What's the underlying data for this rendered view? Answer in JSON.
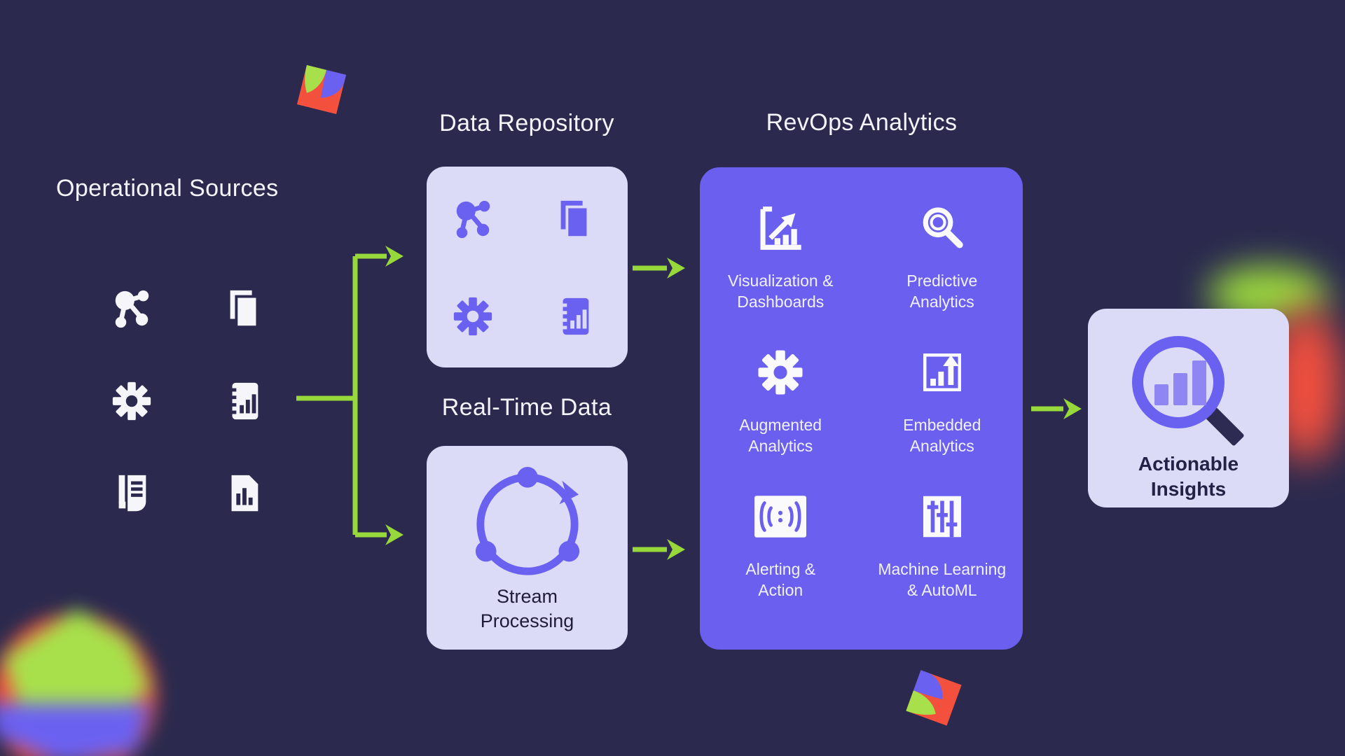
{
  "colors": {
    "background": "#2B2A4E",
    "panel_purple": "#6A5FEE",
    "box_lavender": "#DBDAF7",
    "icon_purple": "#6B61F1",
    "arrow_green": "#97D83A",
    "text_light": "#F4F3FA",
    "text_dark": "#232145",
    "accent_red": "#F4503E",
    "accent_lime": "#A8E04B"
  },
  "sources": {
    "title": "Operational Sources",
    "icons": [
      "network-icon",
      "copy-icon",
      "gear-icon",
      "report-icon",
      "news-icon",
      "doc-chart-icon"
    ]
  },
  "repository": {
    "title": "Data Repository",
    "icons": [
      "network-icon",
      "copy-icon",
      "gear-icon",
      "report-icon"
    ]
  },
  "realtime": {
    "title": "Real-Time Data",
    "box_label": "Stream\nProcessing",
    "icon": "stream-cycle-icon"
  },
  "revops": {
    "title": "RevOps Analytics",
    "items": [
      {
        "label": "Visualization &\nDashboards",
        "icon": "chart-growth-icon"
      },
      {
        "label": "Predictive\nAnalytics",
        "icon": "magnifier-icon"
      },
      {
        "label": "Augmented\nAnalytics",
        "icon": "gear-icon"
      },
      {
        "label": "Embedded\nAnalytics",
        "icon": "bar-arrow-icon"
      },
      {
        "label": "Alerting &\nAction",
        "icon": "broadcast-icon"
      },
      {
        "label": "Machine Learning\n& AutoML",
        "icon": "sliders-icon"
      }
    ]
  },
  "insights": {
    "label": "Actionable\nInsights",
    "icon": "magnifier-bars-icon"
  }
}
